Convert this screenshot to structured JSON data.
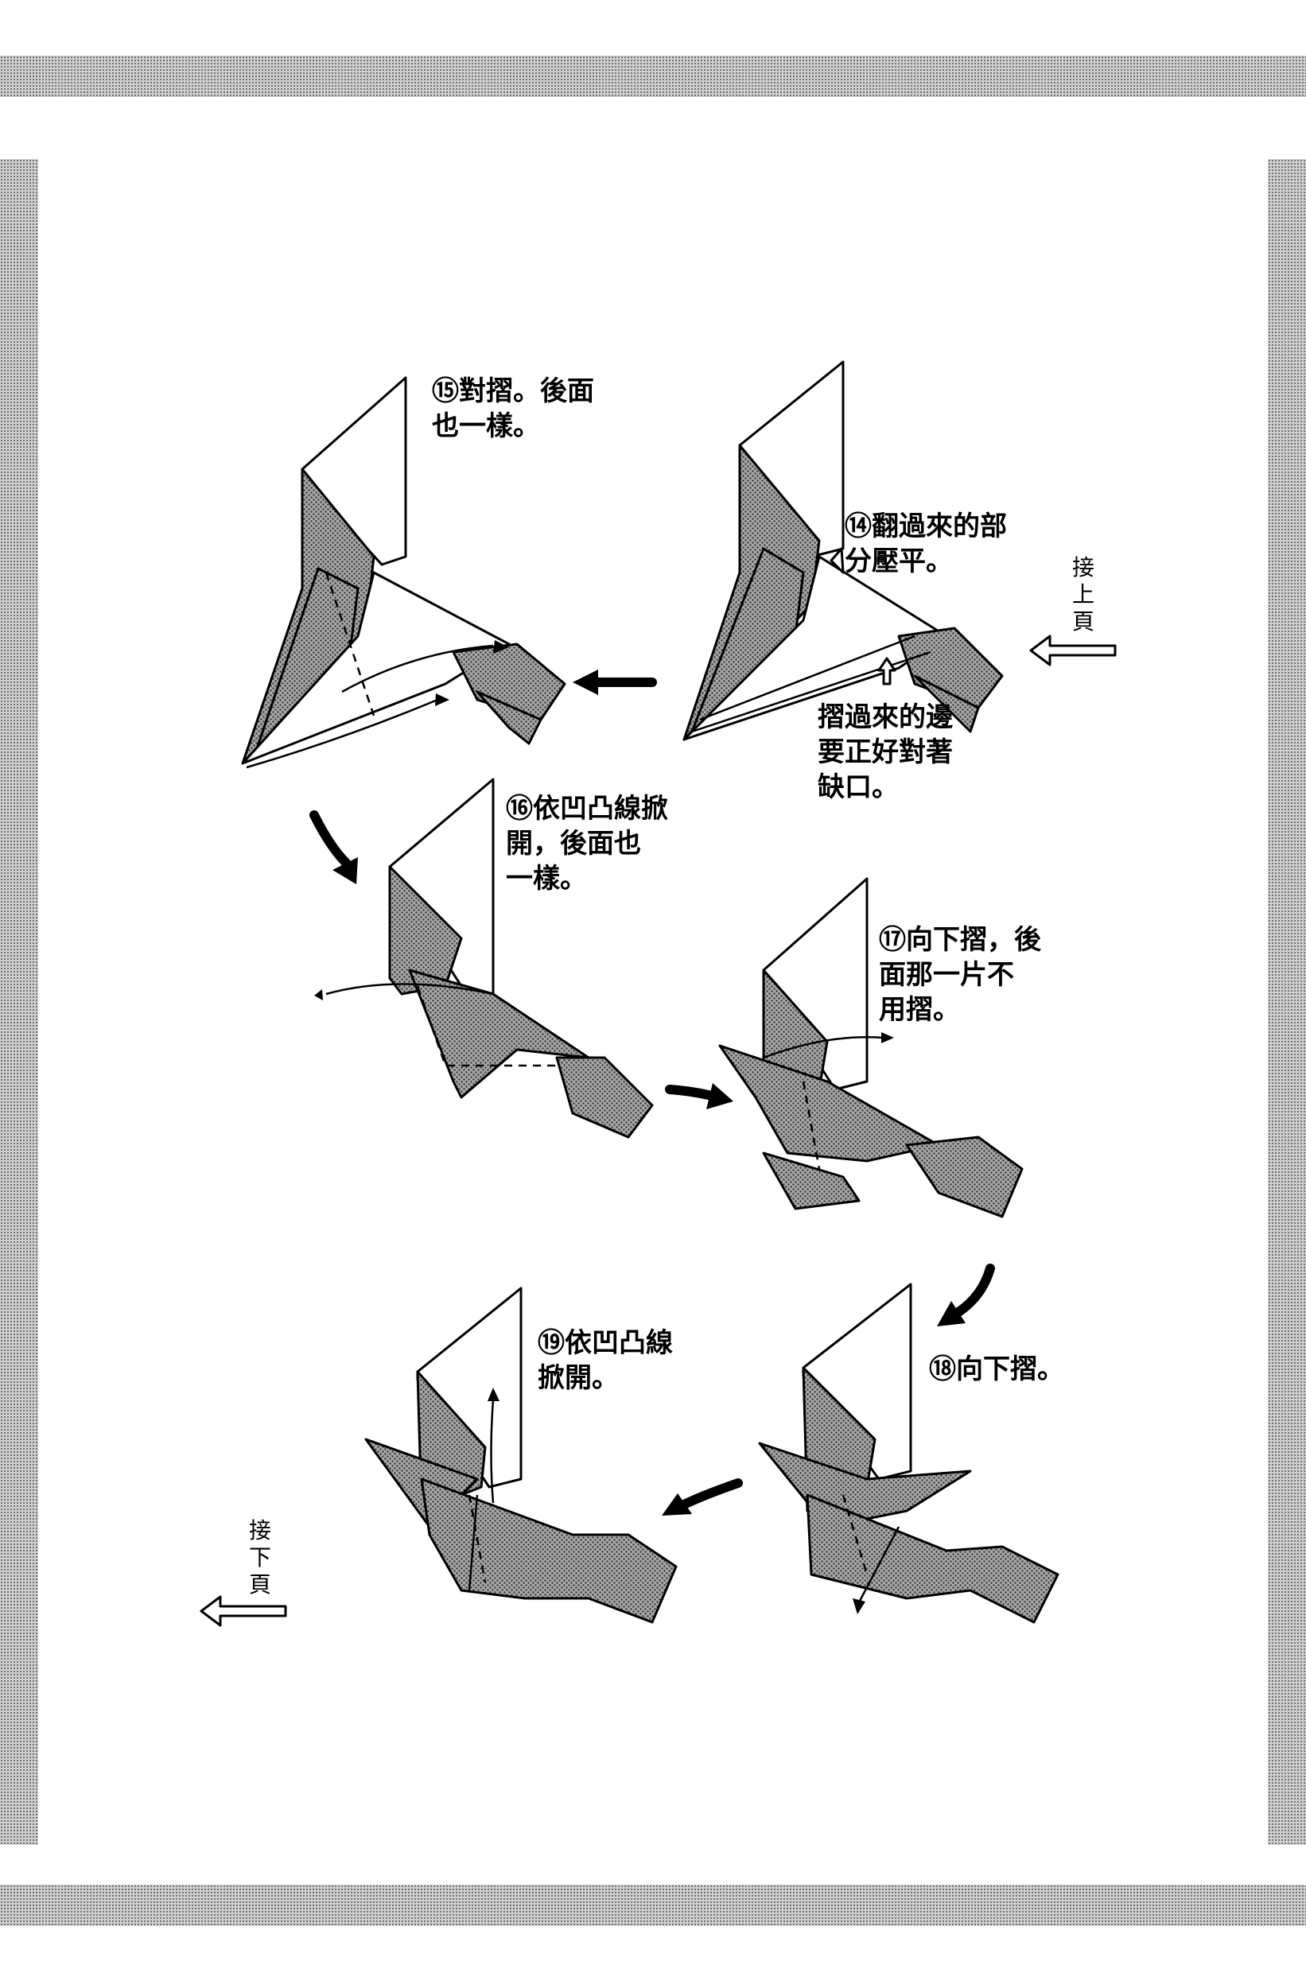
{
  "steps": [
    {
      "id": "step-14",
      "text": "⑭翻過來的部\n分壓平。"
    },
    {
      "id": "step-14-note",
      "text": "摺過來的邊\n要正好對著\n缺口。"
    },
    {
      "id": "step-15",
      "text": "⑮對摺。後面\n也一樣。"
    },
    {
      "id": "step-16",
      "text": "⑯依凹凸線掀\n開，後面也\n一樣。"
    },
    {
      "id": "step-17",
      "text": "⑰向下摺，後\n面那一片不\n用摺。"
    },
    {
      "id": "step-18",
      "text": "⑱向下摺。"
    },
    {
      "id": "step-19",
      "text": "⑲依凹凸線\n掀開。"
    }
  ],
  "page_refs": {
    "continued_from": "接\n上\n頁",
    "continued_to": "接\n下\n頁"
  },
  "colors": {
    "ink": "#000000",
    "paper": "#ffffff",
    "screen_tone": "#9a9a9a"
  }
}
